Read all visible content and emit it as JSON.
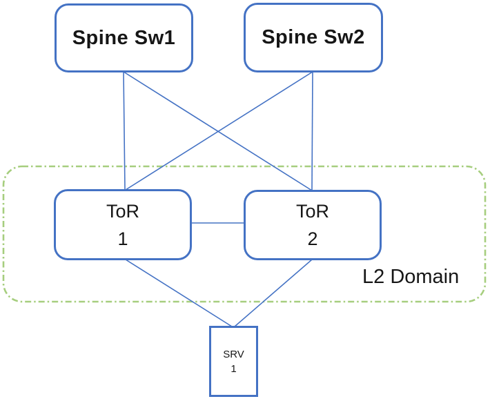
{
  "nodes": {
    "spine1": {
      "label": "Spine Sw1"
    },
    "spine2": {
      "label": "Spine Sw2"
    },
    "tor1": {
      "name": "ToR",
      "number": "1"
    },
    "tor2": {
      "name": "ToR",
      "number": "2"
    },
    "srv1": {
      "name": "SRV",
      "number": "1"
    }
  },
  "domain": {
    "label": "L2 Domain"
  },
  "edges": [
    {
      "from": "spine-sw1",
      "to": "tor-1"
    },
    {
      "from": "spine-sw1",
      "to": "tor-2"
    },
    {
      "from": "spine-sw2",
      "to": "tor-1"
    },
    {
      "from": "spine-sw2",
      "to": "tor-2"
    },
    {
      "from": "tor-1",
      "to": "tor-2"
    },
    {
      "from": "tor-1",
      "to": "srv-1"
    },
    {
      "from": "tor-2",
      "to": "srv-1"
    }
  ],
  "colors": {
    "node_border": "#4472C4",
    "connector": "#4472C4",
    "domain_border": "#A6CE7E",
    "text": "#161616"
  }
}
